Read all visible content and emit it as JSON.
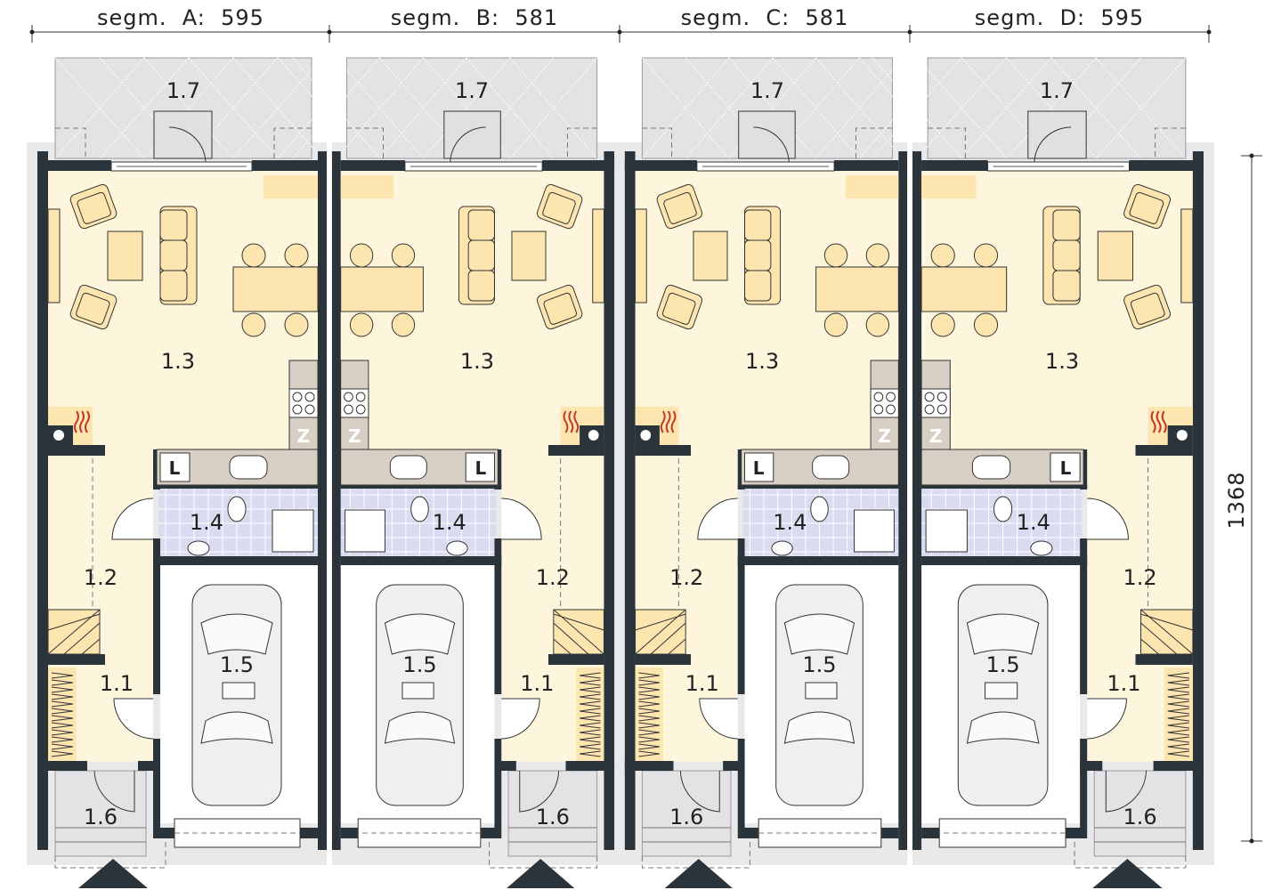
{
  "dimensions": {
    "segments": [
      {
        "label": "segm.  A:  595"
      },
      {
        "label": "segm.  B:  581"
      },
      {
        "label": "segm.  C:  581"
      },
      {
        "label": "segm.  D:  595"
      }
    ],
    "depth": "1368"
  },
  "segments": [
    {
      "id": "A",
      "mirrored": false
    },
    {
      "id": "B",
      "mirrored": true
    },
    {
      "id": "C",
      "mirrored": false
    },
    {
      "id": "D",
      "mirrored": true
    }
  ],
  "rooms": {
    "terrace": "1.7",
    "living": "1.3",
    "bathroom": "1.4",
    "hall": "1.2",
    "garage": "1.5",
    "vestibule": "1.1",
    "entrance": "1.6"
  },
  "symbols": {
    "fridge": "L",
    "cabinet": "Z"
  },
  "colors": {
    "wall": "#2b343b",
    "floor": "#fdf5dc",
    "furniture": "#fde5b0",
    "kitchen": "#d8cfc4",
    "bath": "#d9dbf0",
    "terrace": "#e3e3e6",
    "outline": "#e9e9e9"
  }
}
